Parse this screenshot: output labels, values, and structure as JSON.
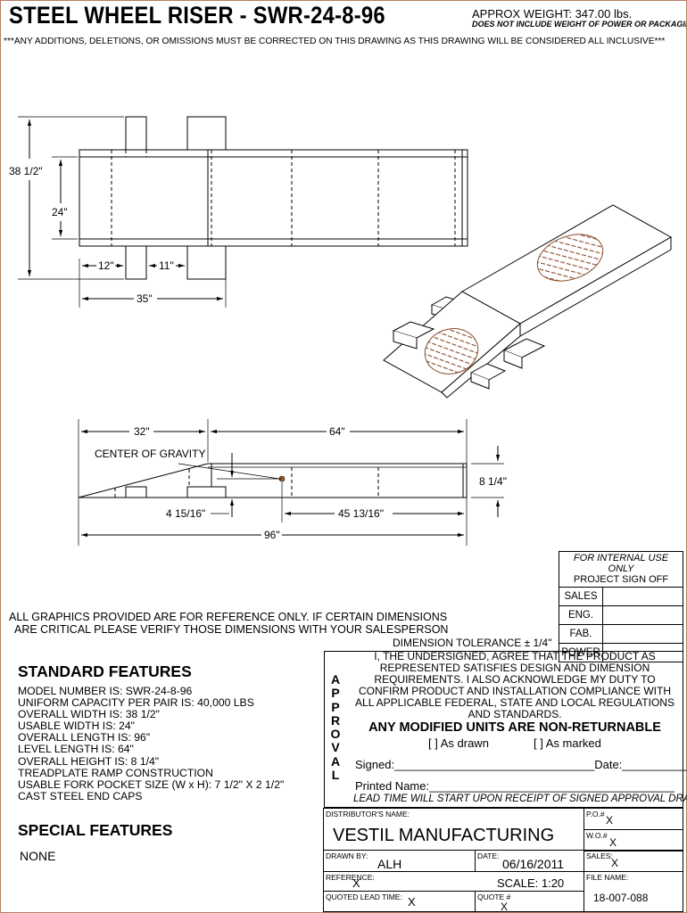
{
  "header": {
    "title": "STEEL WHEEL RISER - SWR-24-8-96",
    "weight": "APPROX WEIGHT: 347.00 lbs.",
    "weight_note": "DOES NOT INCLUDE WEIGHT OF POWER OR PACKAGING!!!",
    "notice": "***ANY ADDITIONS, DELETIONS, OR OMISSIONS MUST BE CORRECTED ON THIS DRAWING AS THIS DRAWING WILL BE CONSIDERED ALL INCLUSIVE***"
  },
  "top_view": {
    "overall_width": "38 1/2\"",
    "usable_width": "24\"",
    "pocket_a": "12\"",
    "pocket_b": "11\"",
    "pocket_span": "35\""
  },
  "side_view": {
    "ramp_length": "32\"",
    "level_length": "64\"",
    "cog_label": "CENTER OF GRAVITY",
    "height": "8 1/4\"",
    "cog_height": "4 15/16\"",
    "cog_distance": "45 13/16\"",
    "overall_length": "96\""
  },
  "notes": {
    "reference_line1": "ALL GRAPHICS PROVIDED ARE FOR REFERENCE ONLY. IF CERTAIN DIMENSIONS",
    "reference_line2": "ARE CRITICAL PLEASE VERIFY THOSE DIMENSIONS WITH YOUR SALESPERSON",
    "tolerance": "DIMENSION TOLERANCE ± 1/4\""
  },
  "signoff": {
    "header1": "FOR INTERNAL USE ONLY",
    "header2": "PROJECT SIGN OFF",
    "rows": [
      "SALES",
      "ENG.",
      "FAB.",
      "POWER"
    ]
  },
  "standard_features": {
    "heading": "STANDARD FEATURES",
    "items": [
      "MODEL NUMBER IS: SWR-24-8-96",
      "UNIFORM CAPACITY PER PAIR IS: 40,000 LBS",
      "OVERALL WIDTH IS: 38 1/2\"",
      "USABLE WIDTH IS: 24\"",
      "OVERALL LENGTH IS: 96\"",
      "LEVEL LENGTH IS: 64\"",
      "OVERALL HEIGHT IS: 8 1/4\"",
      "TREADPLATE RAMP CONSTRUCTION",
      "USABLE FORK POCKET SIZE (W x H): 7 1/2\" X 2 1/2\"",
      "CAST STEEL END CAPS"
    ]
  },
  "special_features": {
    "heading": "SPECIAL FEATURES",
    "value": "NONE"
  },
  "approval": {
    "letters": [
      "A",
      "P",
      "P",
      "R",
      "O",
      "V",
      "A",
      "L"
    ],
    "statement": "I, THE UNDERSIGNED, AGREE THAT THE PRODUCT AS REPRESENTED SATISFIES DESIGN AND DIMENSION REQUIREMENTS.  I ALSO ACKNOWLEDGE MY DUTY TO CONFIRM PRODUCT AND INSTALLATION COMPLIANCE WITH ALL APPLICABLE FEDERAL, STATE AND LOCAL REGULATIONS AND STANDARDS.",
    "non_returnable": "ANY MODIFIED UNITS ARE NON-RETURNABLE",
    "as_drawn": "[  ] As drawn",
    "as_marked": "[  ] As marked",
    "signed": "Signed:_______________________________Date:__________",
    "printed_name": "Printed Name:______________________________________",
    "lead_time": "LEAD TIME WILL START UPON RECEIPT OF SIGNED APPROVAL DRAWING"
  },
  "title_block": {
    "distributor_label": "DISTRIBUTOR'S NAME:",
    "distributor": "VESTIL MANUFACTURING",
    "po_label": "P.O.#",
    "po": "X",
    "wo_label": "W.O.#",
    "wo": "X",
    "drawn_by_label": "DRAWN BY:",
    "drawn_by": "ALH",
    "date_label": "DATE:",
    "date": "06/16/2011",
    "sales_label": "SALES:",
    "sales": "X",
    "reference_label": "REFERENCE:",
    "reference": "X",
    "scale": "SCALE: 1:20",
    "file_label": "FILE NAME:",
    "file": "18-007-088",
    "lead_time_label": "QUOTED LEAD TIME:",
    "lead_time": "X",
    "quote_label": "QUOTE #",
    "quote": "X"
  }
}
